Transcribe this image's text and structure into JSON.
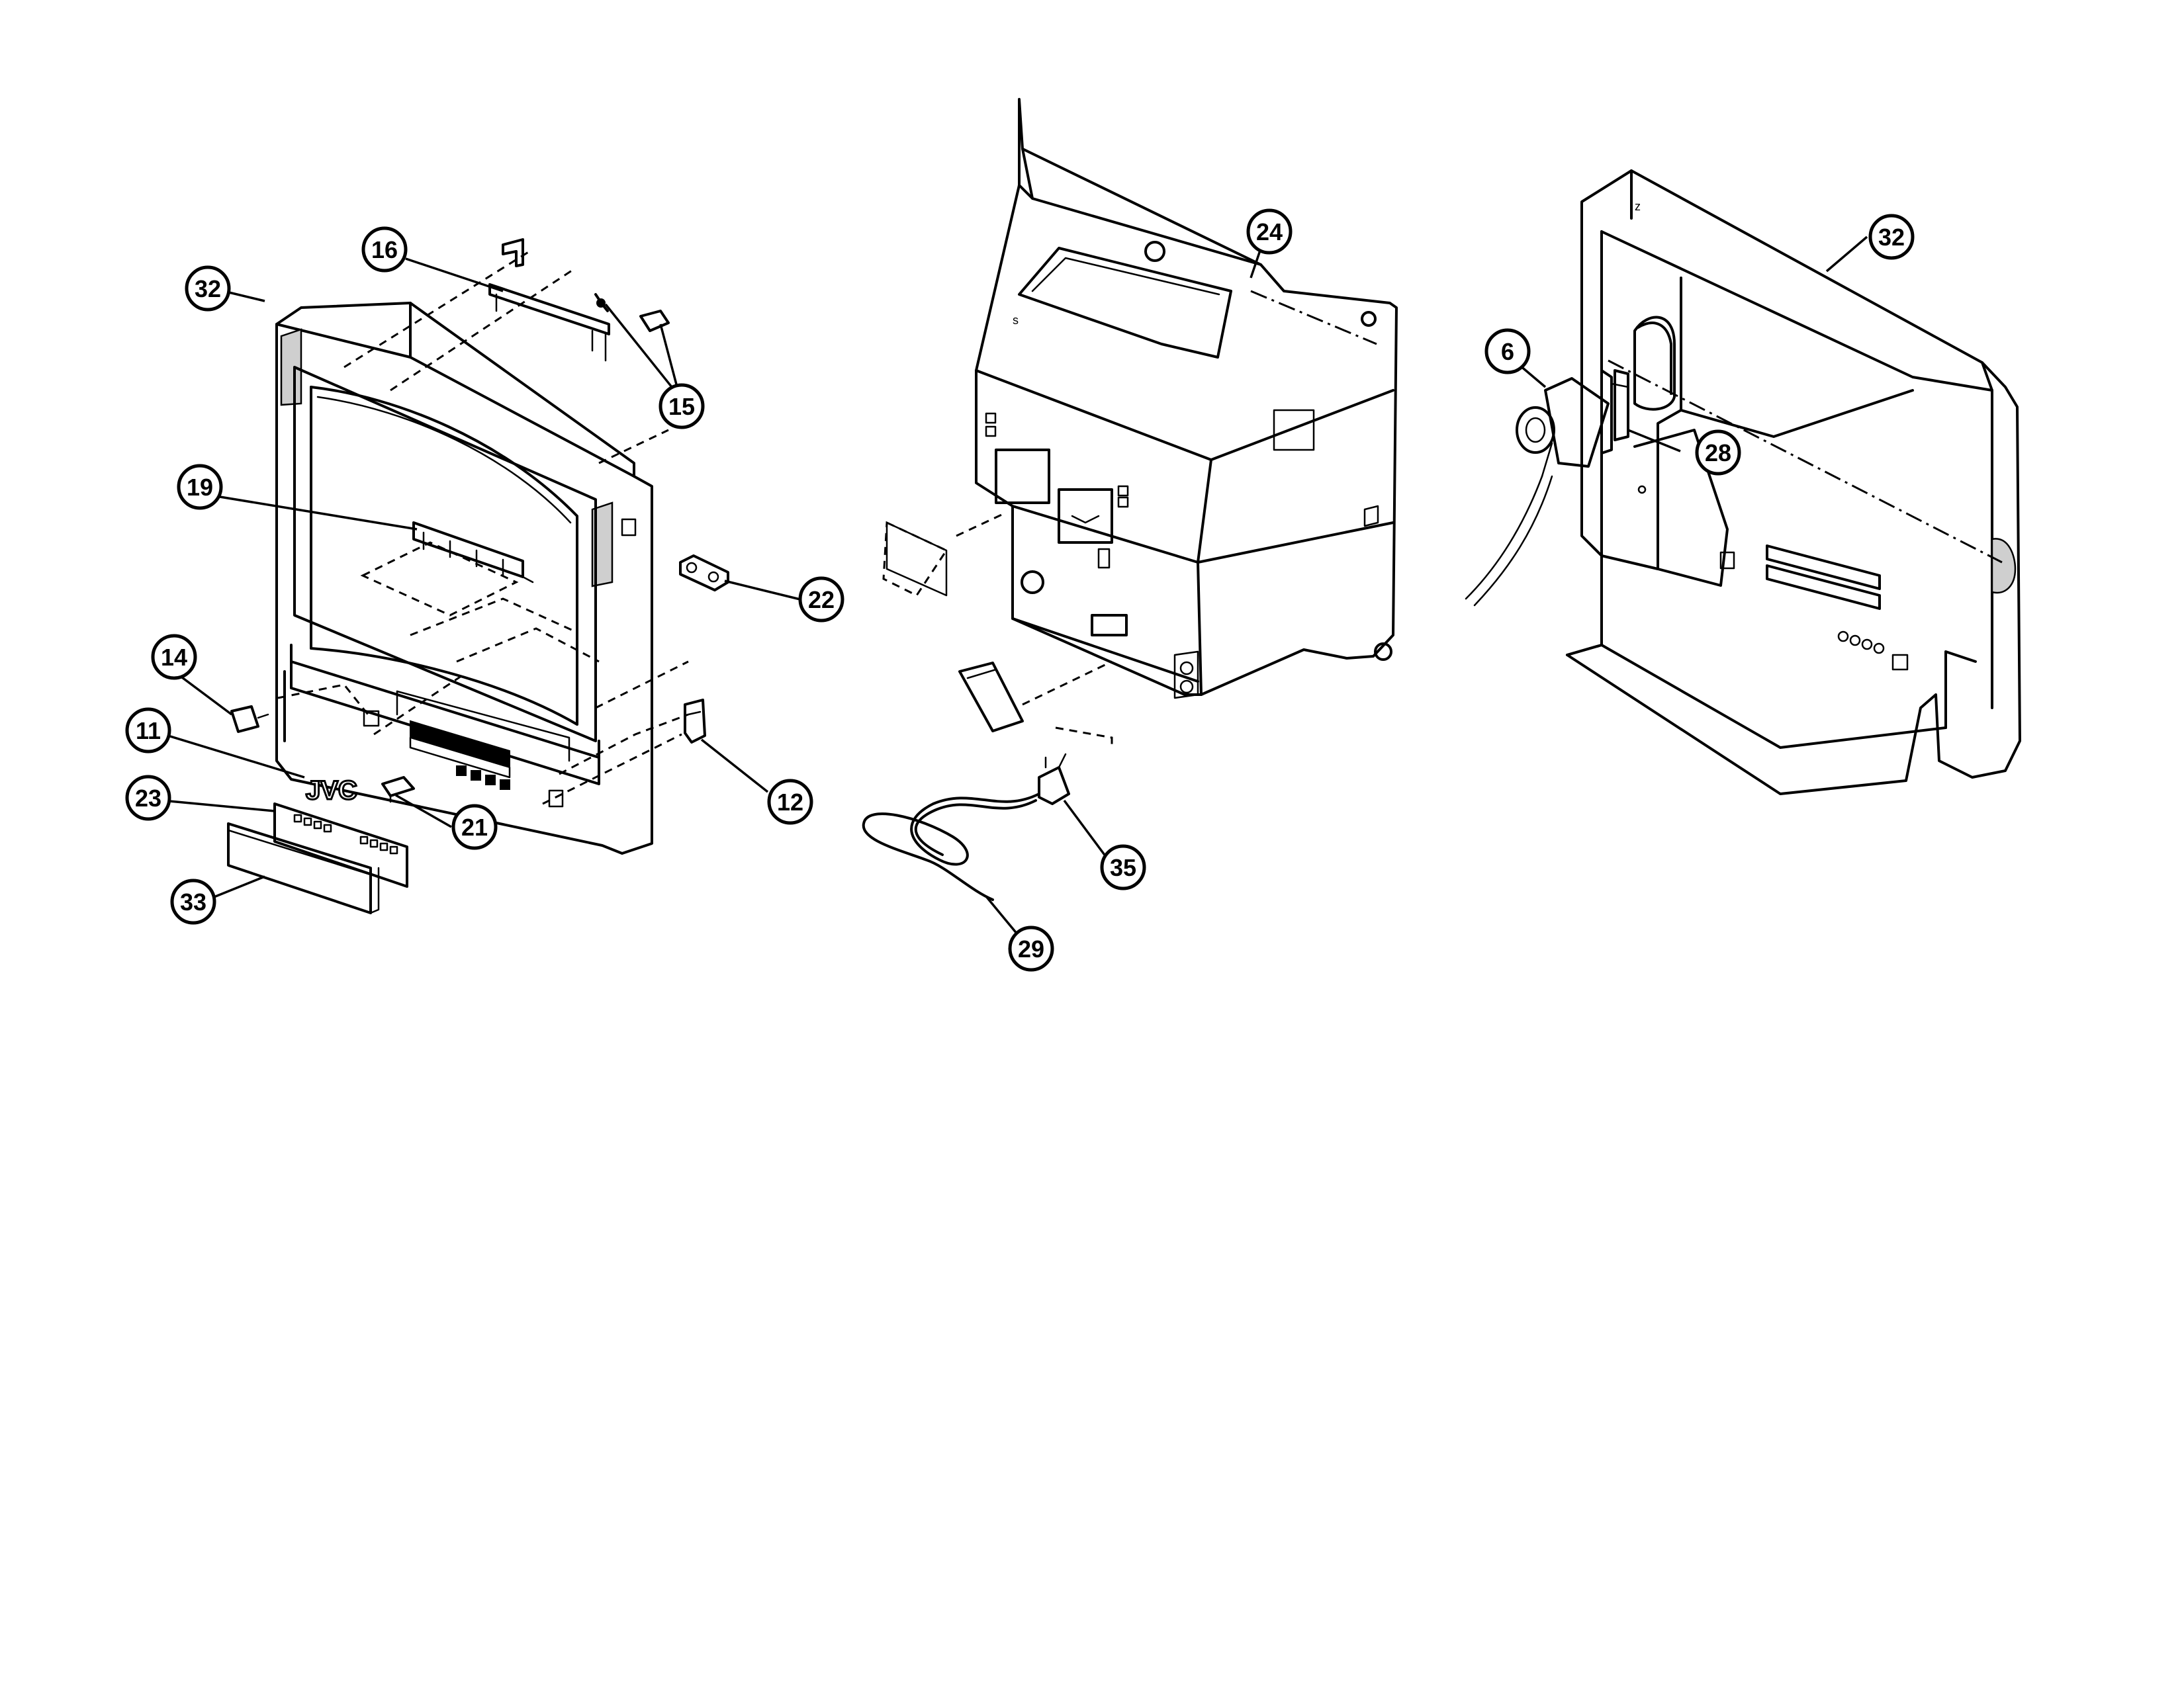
{
  "logo": {
    "text": "JVC"
  },
  "callouts": [
    {
      "id": "c32a",
      "label": "32"
    },
    {
      "id": "c16",
      "label": "16"
    },
    {
      "id": "c15",
      "label": "15"
    },
    {
      "id": "c19",
      "label": "19"
    },
    {
      "id": "c22",
      "label": "22"
    },
    {
      "id": "c14",
      "label": "14"
    },
    {
      "id": "c11",
      "label": "11"
    },
    {
      "id": "c12",
      "label": "12"
    },
    {
      "id": "c23",
      "label": "23"
    },
    {
      "id": "c21",
      "label": "21"
    },
    {
      "id": "c33",
      "label": "33"
    },
    {
      "id": "c24",
      "label": "24"
    },
    {
      "id": "c35",
      "label": "35"
    },
    {
      "id": "c29",
      "label": "29"
    },
    {
      "id": "c32b",
      "label": "32"
    },
    {
      "id": "c6",
      "label": "6"
    },
    {
      "id": "c28",
      "label": "28"
    }
  ]
}
